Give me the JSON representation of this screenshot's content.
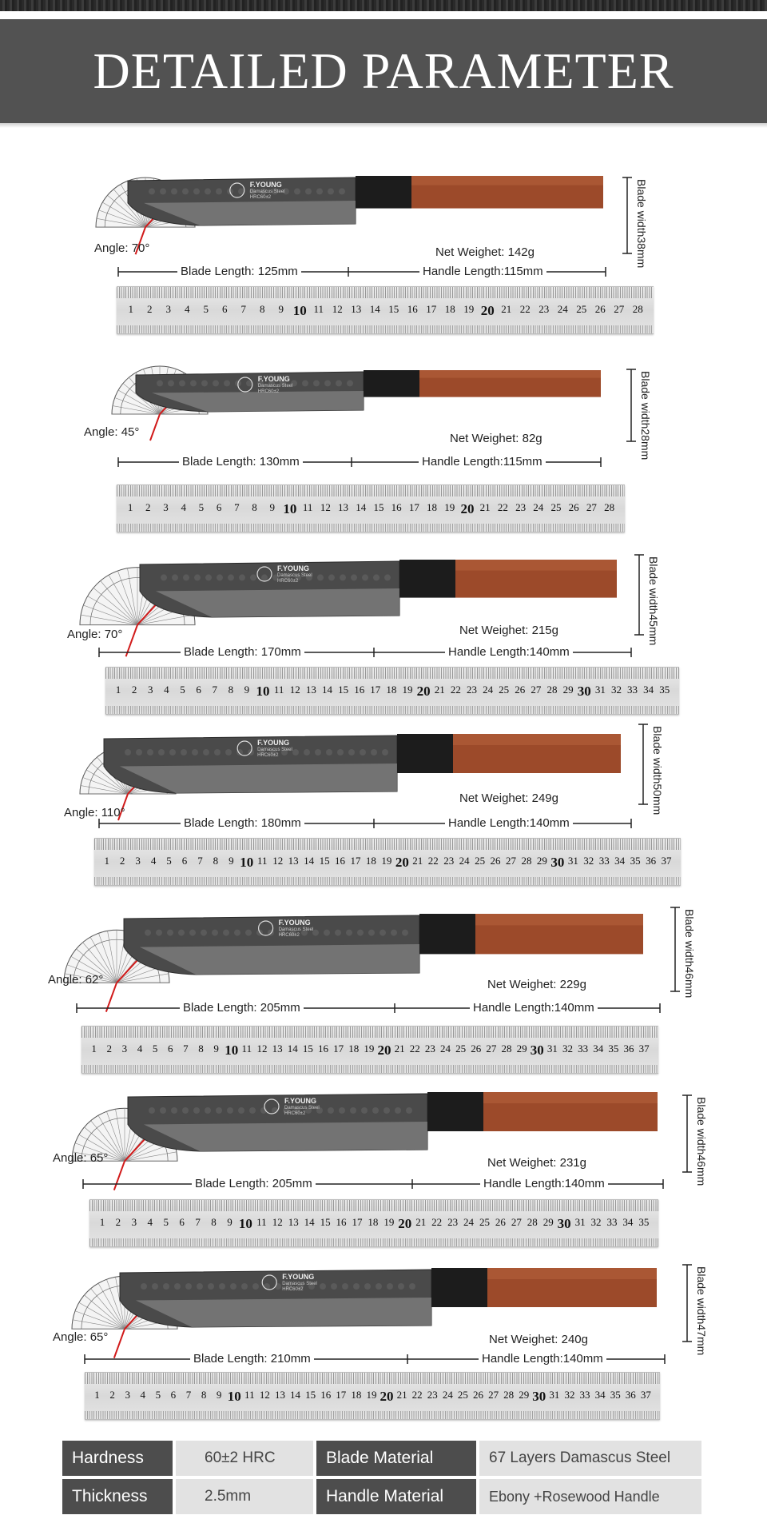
{
  "header": {
    "title": "DETAILED PARAMETER"
  },
  "colors": {
    "banner": "#525252",
    "handle": "#9c4a2a",
    "bolster": "#1c1c1c",
    "blade": "#4a4a4a",
    "protractor_line": "#d11a1a"
  },
  "knives": [
    {
      "angle": "Angle: 70°",
      "net_weight": "Net Weighet: 142g",
      "blade_width_label": "Blade width",
      "blade_width_value": "38mm",
      "blade_length": "Blade Length: 125mm",
      "handle_length": "Handle Length:115mm"
    },
    {
      "angle": "Angle: 45°",
      "net_weight": "Net Weighet: 82g",
      "blade_width_label": "Blade width",
      "blade_width_value": "28mm",
      "blade_length": "Blade Length: 130mm",
      "handle_length": "Handle Length:115mm"
    },
    {
      "angle": "Angle: 70°",
      "net_weight": "Net Weighet: 215g",
      "blade_width_label": "Blade width",
      "blade_width_value": "45mm",
      "blade_length": "Blade Length: 170mm",
      "handle_length": "Handle Length:140mm"
    },
    {
      "angle": "Angle: 110°",
      "net_weight": "Net Weighet: 249g",
      "blade_width_label": "Blade width",
      "blade_width_value": "50mm",
      "blade_length": "Blade Length: 180mm",
      "handle_length": "Handle Length:140mm"
    },
    {
      "angle": "Angle: 62°",
      "net_weight": "Net Weighet: 229g",
      "blade_width_label": "Blade width",
      "blade_width_value": "46mm",
      "blade_length": "Blade Length: 205mm",
      "handle_length": "Handle Length:140mm"
    },
    {
      "angle": "Angle: 65°",
      "net_weight": "Net Weighet: 231g",
      "blade_width_label": "Blade width",
      "blade_width_value": "46mm",
      "blade_length": "Blade Length: 205mm",
      "handle_length": "Handle Length:140mm"
    },
    {
      "angle": "Angle: 65°",
      "net_weight": "Net Weighet: 240g",
      "blade_width_label": "Blade width",
      "blade_width_value": "47mm",
      "blade_length": "Blade Length: 210mm",
      "handle_length": "Handle Length:140mm"
    }
  ],
  "brand": {
    "name": "F.YOUNG",
    "line1": "Damascus Steel",
    "line2": "HRC60±2"
  },
  "specs": {
    "hardness_label": "Hardness",
    "hardness_value": "60±2 HRC",
    "blade_material_label": "Blade Material",
    "blade_material_value": "67 Layers Damascus Steel",
    "thickness_label": "Thickness",
    "thickness_value": "2.5mm",
    "handle_material_label": "Handle Material",
    "handle_material_value": "Ebony +Rosewood Handle"
  }
}
